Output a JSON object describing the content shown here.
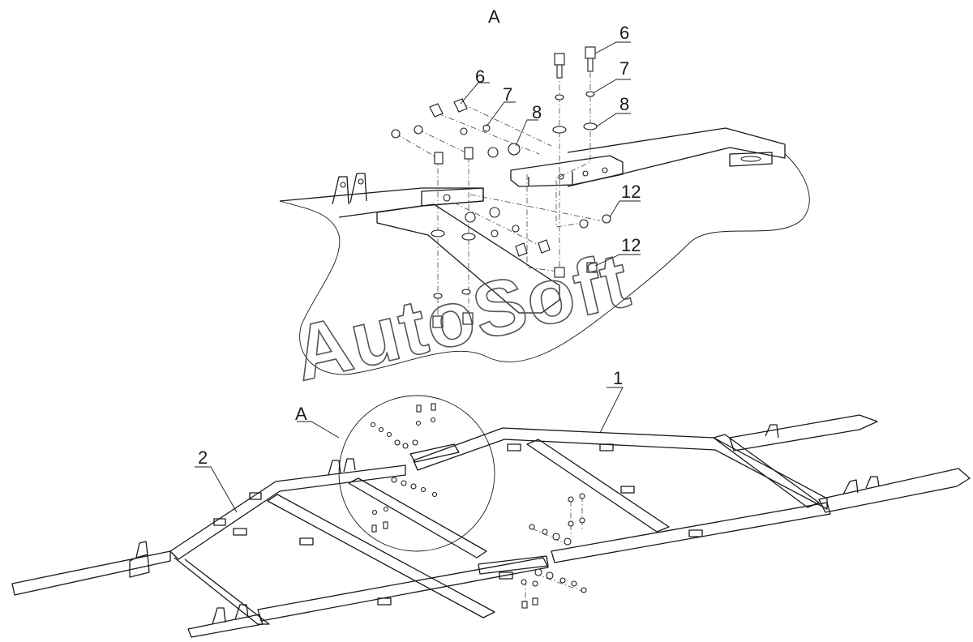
{
  "detail": {
    "title": "A",
    "callouts": [
      {
        "id": "c6a",
        "text": "6"
      },
      {
        "id": "c7a",
        "text": "7"
      },
      {
        "id": "c8a",
        "text": "8"
      },
      {
        "id": "c6b",
        "text": "6"
      },
      {
        "id": "c7b",
        "text": "7"
      },
      {
        "id": "c8b",
        "text": "8"
      },
      {
        "id": "c12a",
        "text": "12"
      },
      {
        "id": "c12b",
        "text": "12"
      }
    ]
  },
  "main": {
    "callouts": [
      {
        "id": "m1",
        "text": "1"
      },
      {
        "id": "m2",
        "text": "2"
      },
      {
        "id": "mA",
        "text": "A"
      }
    ]
  },
  "watermark": {
    "text": "AutoSoft"
  },
  "colors": {
    "line": "#1a1a1a",
    "background": "#ffffff"
  }
}
